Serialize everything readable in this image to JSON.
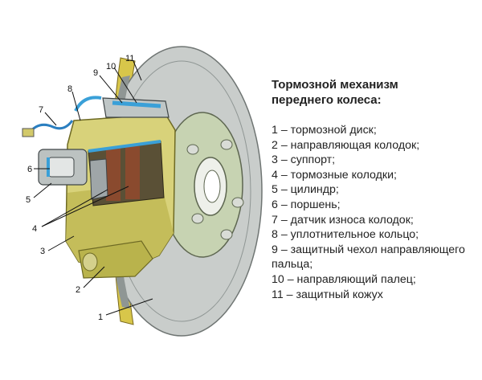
{
  "caption": {
    "title_line1": "Тормозной механизм",
    "title_line2": "переднего колеса:",
    "items": [
      "1 – тормозной диск;",
      "2 – направляющая колодок;",
      "3 – суппорт;",
      "4 – тормозные колодки;",
      "5 – цилиндр;",
      "6 – поршень;",
      "7 – датчик износа колодок;",
      "8 – уплотнительное кольцо;",
      "9 – защитный чехол направляющего пальца;",
      "10 – направляющий палец;",
      "11 – защитный кожух"
    ]
  },
  "callouts": [
    "1",
    "2",
    "3",
    "4",
    "5",
    "6",
    "7",
    "8",
    "9",
    "10",
    "11"
  ],
  "colors": {
    "disc": "#c9cdcb",
    "disc_dark": "#8f9694",
    "hub": "#c7d3b2",
    "caliper": "#d8d27a",
    "caliper_dark": "#9c9740",
    "pad": "#8a4a2e",
    "seal": "#3aa0d8",
    "shield": "#d8c64a"
  }
}
